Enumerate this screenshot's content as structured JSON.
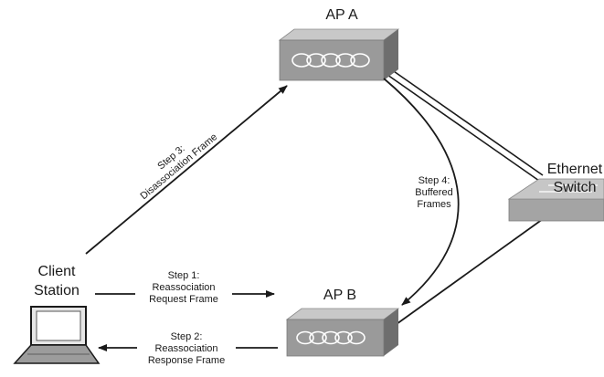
{
  "diagram": {
    "ap_a": {
      "label": "AP A"
    },
    "ap_b": {
      "label": "AP B"
    },
    "switch": {
      "label": "Ethernet\nSwitch"
    },
    "client": {
      "label": "Client\nStation"
    },
    "steps": {
      "step1": "Step 1:\nReassociation\nRequest Frame",
      "step2": "Step 2:\nReassociation\nResponse Frame",
      "step3": "Step 3:\nDisassociation Frame",
      "step4": "Step 4:\nBuffered\nFrames"
    }
  },
  "colors": {
    "ap_front": "#9a9a9a",
    "ap_top": "#c8c8c8",
    "ap_side": "#6e6e6e",
    "switch_front": "#a4a4a4",
    "switch_top": "#c6c6c6",
    "line": "#1a1a1a",
    "laptop_screen": "#e6e6e6",
    "laptop_body": "#9c9c9c"
  }
}
